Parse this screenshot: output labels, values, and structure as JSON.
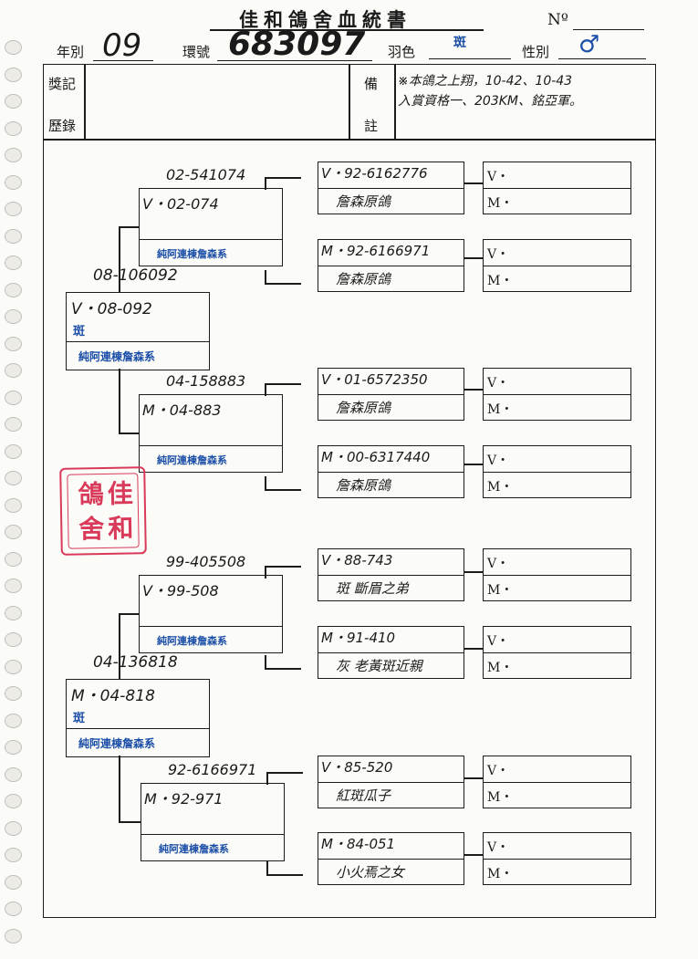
{
  "header": {
    "title": "佳和鴿舍血統書",
    "no_label": "Nº",
    "year_label": "年別",
    "year_value": "09",
    "ring_label": "環號",
    "ring_value": "683097",
    "color_label": "羽色",
    "color_value": "斑",
    "sex_label": "性別",
    "sex_value": "♂"
  },
  "records": {
    "label_1": "獎記",
    "label_2": "歷錄",
    "remark_label_1": "備",
    "remark_label_2": "註",
    "remark_line_1": "※本鴿之上翔，10-42、10-43",
    "remark_line_2": "入賞資格一、203KM、銘亞軍。"
  },
  "seal": {
    "top": "鴿佳",
    "bottom": "舍和"
  },
  "pedigree": {
    "sire": {
      "top_ring": "08-106092",
      "label": "V・08-092",
      "color": "斑",
      "strain": "純阿連棟詹森系"
    },
    "dam": {
      "top_ring": "04-136818",
      "label": "M・04-818",
      "color": "斑",
      "strain": "純阿連棟詹森系"
    },
    "sire_sire": {
      "top_ring": "02-541074",
      "label": "V・02-074",
      "strain": "純阿連棟詹森系"
    },
    "sire_dam": {
      "top_ring": "04-158883",
      "label": "M・04-883",
      "strain": "純阿連棟詹森系"
    },
    "dam_sire": {
      "top_ring": "99-405508",
      "label": "V・99-508",
      "strain": "純阿連棟詹森系"
    },
    "dam_dam": {
      "top_ring": "92-6166971",
      "label": "M・92-971",
      "strain": "純阿連棟詹森系"
    },
    "ggp": [
      {
        "ring": "V・92-6162776",
        "name": "詹森原鴿"
      },
      {
        "ring": "M・92-6166971",
        "name": "詹森原鴿"
      },
      {
        "ring": "V・01-6572350",
        "name": "詹森原鴿"
      },
      {
        "ring": "M・00-6317440",
        "name": "詹森原鴿"
      },
      {
        "ring": "V・88-743",
        "name": "斑 斷眉之弟"
      },
      {
        "ring": "M・91-410",
        "name": "灰 老黃斑近親"
      },
      {
        "ring": "V・85-520",
        "name": "紅斑瓜子"
      },
      {
        "ring": "M・84-051",
        "name": "小火焉之女"
      }
    ],
    "gggp_sire_prefix": "V・",
    "gggp_dam_prefix": "M・"
  }
}
